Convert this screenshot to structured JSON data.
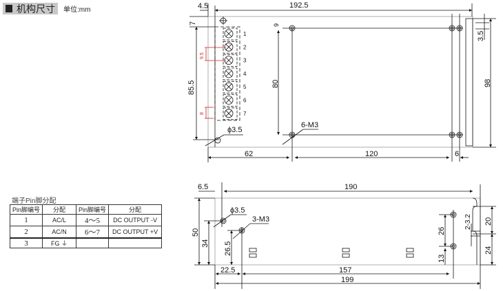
{
  "header": {
    "title": "机构尺寸",
    "unit": "单位:mm"
  },
  "pin_table": {
    "title": "端子Pin脚分配",
    "headers": [
      "Pin脚编号",
      "分配",
      "Pin脚编号",
      "分配"
    ],
    "rows": [
      [
        "1",
        "AC/L",
        "4～5",
        "DC OUTPUT -V"
      ],
      [
        "2",
        "AC/N",
        "6～7",
        "DC OUTPUT +V"
      ],
      [
        "3",
        "FG ⏚",
        "",
        ""
      ]
    ]
  },
  "top_view": {
    "pins": [
      "1",
      "2",
      "3",
      "4",
      "5",
      "6",
      "7"
    ],
    "dims": {
      "width": "192.5",
      "left_offset": "4.5",
      "top_offset": "7",
      "terminal_height": "85.5",
      "pitch": "9.5",
      "pin_width": "8",
      "hole_dia": "ϕ3.5",
      "holes": "6-M3",
      "hole_vspace": "80",
      "hole_top": "9",
      "height": "98",
      "flange": "3.5",
      "left": "62",
      "mid": "120",
      "right": "6"
    }
  },
  "side_view": {
    "dims": {
      "width": "190",
      "left_offset": "6.5",
      "hole_dia": "ϕ3.5",
      "holes": "3-M3",
      "height": "50",
      "h34": "34",
      "h26_5": "26.5",
      "left": "22.5",
      "mid": "157",
      "total": "199",
      "v26": "26",
      "v13": "13",
      "slot": "2-3.2",
      "v20": "20",
      "v24": "24"
    }
  },
  "colors": {
    "accent": "#d02020"
  }
}
